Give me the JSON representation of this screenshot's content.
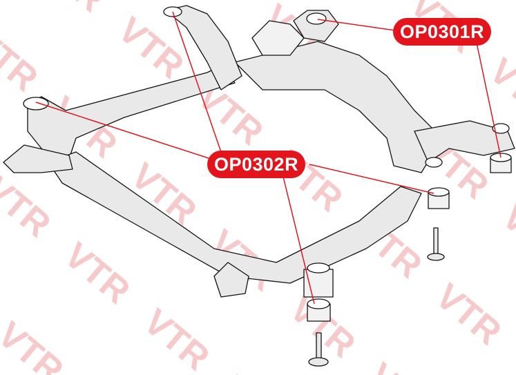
{
  "watermark": {
    "text": "VTR",
    "color": "#f6c9cb"
  },
  "labels": [
    {
      "part": "OP0301R"
    },
    {
      "part": "OP0302R"
    }
  ],
  "colors": {
    "label_bg": "#e3141b",
    "leader_line": "#e3141b",
    "frame_fill": "#e9e9e9",
    "outline": "#111111"
  }
}
